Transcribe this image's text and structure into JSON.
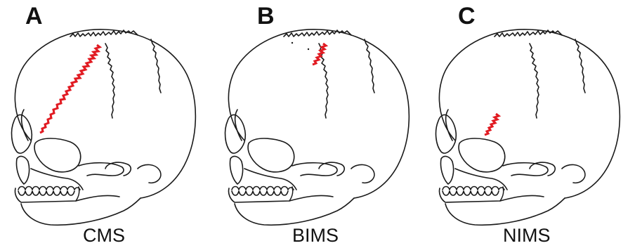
{
  "figure": {
    "colors": {
      "outline": "#1a1a1a",
      "suture_highlight": "#e11b22",
      "background": "#ffffff"
    },
    "panels": [
      {
        "letter": "A",
        "caption": "CMS",
        "icon": "skull-coronal-suture-full"
      },
      {
        "letter": "B",
        "caption": "BIMS",
        "icon": "skull-coronal-suture-bregma"
      },
      {
        "letter": "C",
        "caption": "NIMS",
        "icon": "skull-coronal-suture-pterion"
      }
    ]
  }
}
